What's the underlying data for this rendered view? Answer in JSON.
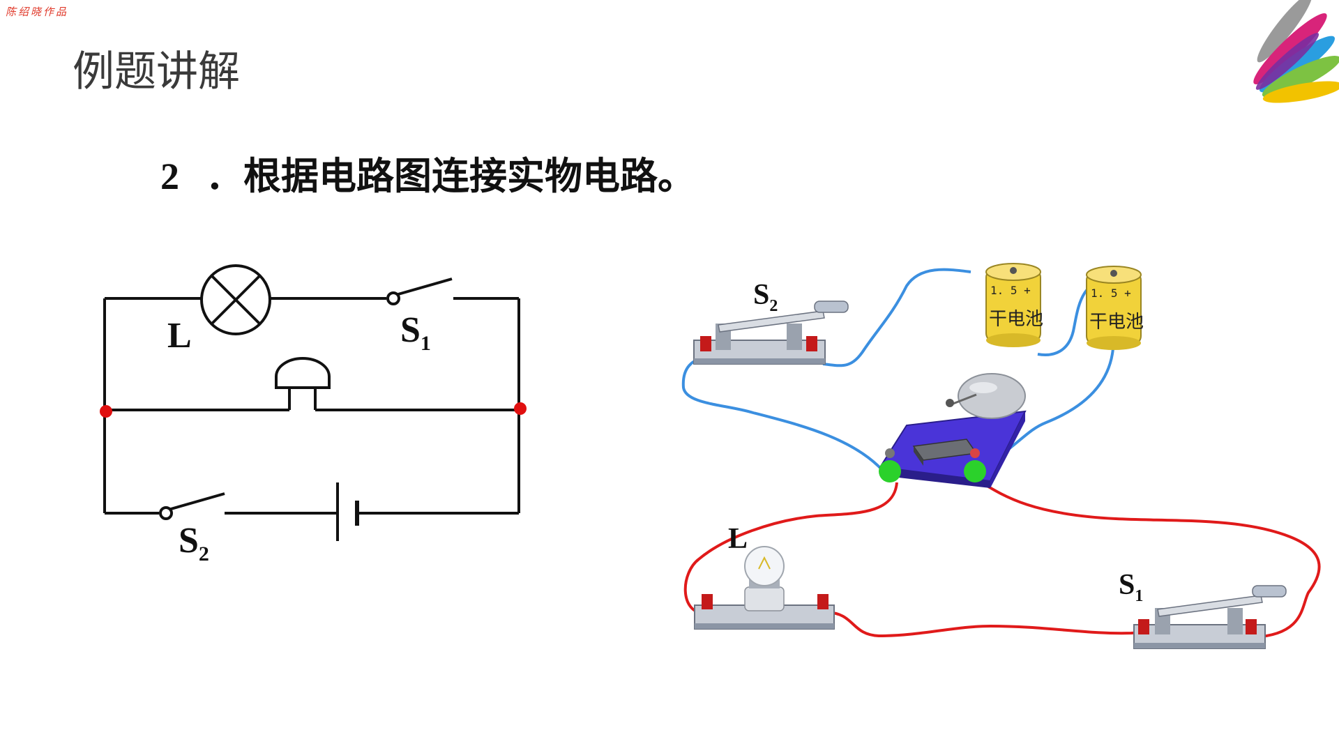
{
  "watermark": "陈绍晓作品",
  "slide": {
    "title": "例题讲解",
    "question_number": "2",
    "question_text": "．根据电路图连接实物电路。"
  },
  "schematic": {
    "lamp_label": "L",
    "switch1_label": "S",
    "switch1_sub": "1",
    "switch2_label": "S",
    "switch2_sub": "2"
  },
  "physical": {
    "switch2_label": "S",
    "switch2_sub": "2",
    "switch1_label": "S",
    "switch1_sub": "1",
    "lamp_label": "L",
    "battery1": {
      "voltage": "1. 5 +",
      "label": "干电池"
    },
    "battery2": {
      "voltage": "1. 5 +",
      "label": "干电池"
    }
  },
  "colors": {
    "blue_wire": "#3b8fe0",
    "red_wire": "#e01a1a",
    "junction": "#e01010",
    "terminal_green": "#2bd12b"
  }
}
